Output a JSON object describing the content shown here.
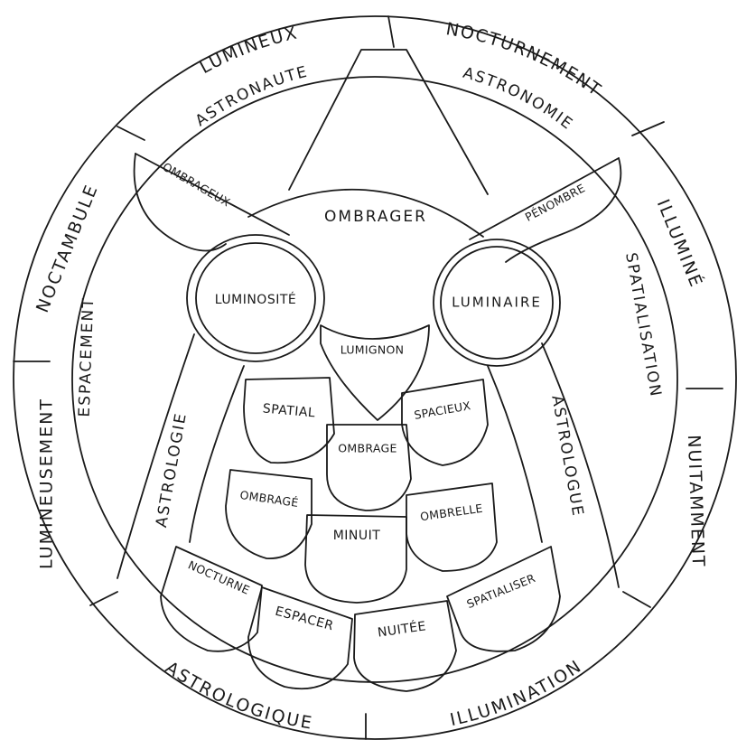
{
  "outer_ring": {
    "nocturnement": "NOCTURNEMENT",
    "illumine": "ILLUMINÉ",
    "nuitamment": "NUITAMMENT",
    "illumination": "ILLUMINATION",
    "astrologique": "ASTROLOGIQUE",
    "lumineusement": "LUMINEUSEMENT",
    "noctambule": "NOCTAMBULE",
    "lumineux": "LUMINEUX"
  },
  "inner_ring": {
    "astronaute": "ASTRONAUTE",
    "astronomie": "ASTRONOMIE",
    "spatialisation": "SPATIALISATION",
    "espacement": "ESPACEMENT"
  },
  "owl": {
    "ombrager": "OMBRAGER",
    "ombrageux": "OMBRAGEUX",
    "penombre": "PÉNOMBRE",
    "luminosite": "LUMINOSITÉ",
    "luminaire": "LUMINAIRE",
    "lumignon": "LUMIGNON",
    "astrologie": "ASTROLOGIE",
    "astrologue": "ASTROLOGUE"
  },
  "feathers": {
    "spatial": "SPATIAL",
    "spacieux": "SPACIEUX",
    "ombrage": "OMBRAGE",
    "ombrage_e": "OMBRAGÉ",
    "ombrelle": "OMBRELLE",
    "minuit": "MINUIT",
    "nocturne": "NOCTURNE",
    "espacer": "ESPACER",
    "nuitee": "NUITÉE",
    "spatialiser": "SPATIALISER"
  }
}
